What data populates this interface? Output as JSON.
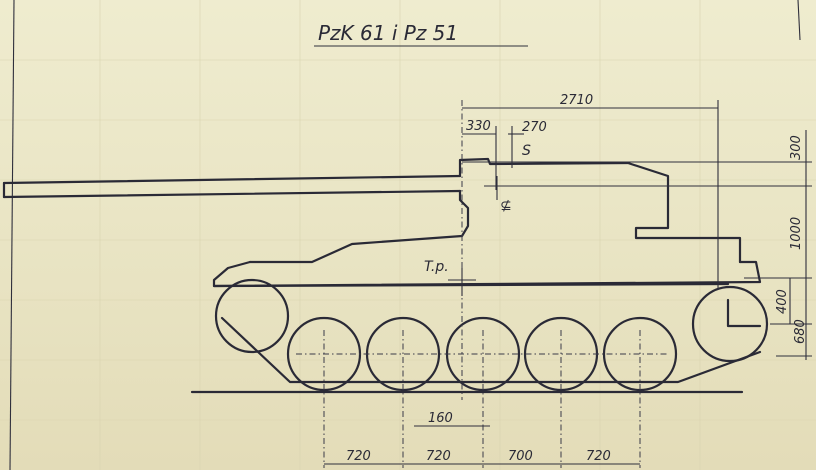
{
  "title": "PzK 61  i  Pz 51",
  "dimensions": {
    "hull_length": "2710",
    "offset_a": "330",
    "offset_b": "270",
    "height_top": "300",
    "height_mid": "1000",
    "height_low": "400",
    "height_axle": "680",
    "small_gap": "160",
    "spacing": [
      "720",
      "720",
      "700",
      "720"
    ]
  },
  "labels": {
    "s": "S",
    "tp": "T.p."
  }
}
